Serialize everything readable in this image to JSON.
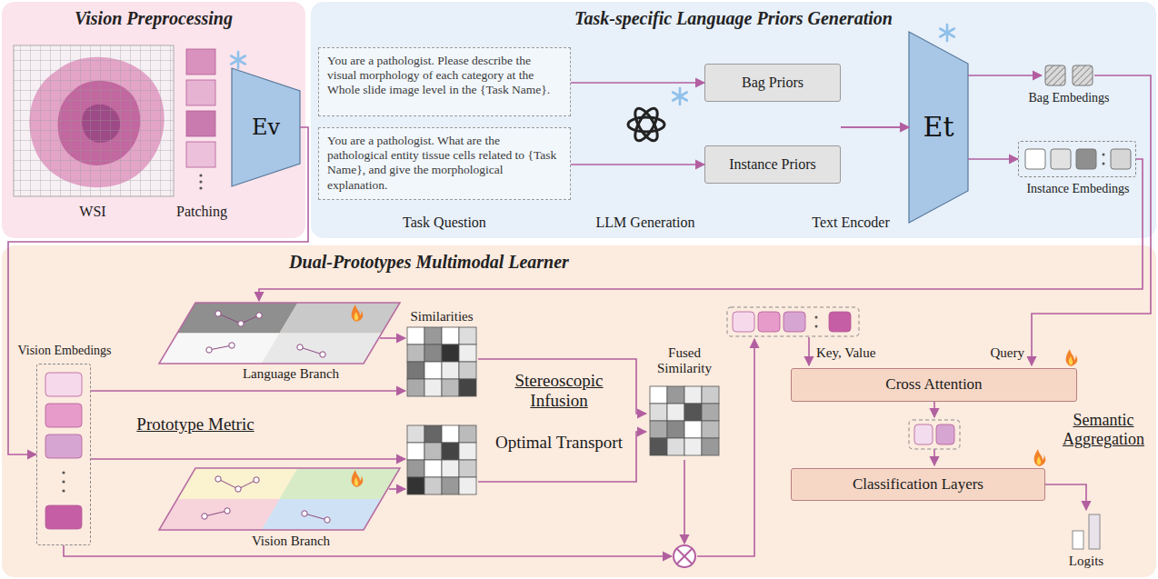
{
  "diagram": {
    "nodes": [
      {
        "text": [
          "Vision Preprocessing"
        ]
      },
      {
        "text": [
          "Ev"
        ],
        "in": 0
      },
      {
        "text": [
          "Task-specific Language Priors Generation"
        ]
      },
      {
        "text": [
          "You are a pathologist. Please describe the visual morphology of each category at the Whole slide image level in the {Task Name}."
        ],
        "in": 2
      },
      {
        "text": [
          "You are a pathologist. What are the pathological entity tissue cells related to {Task Name}, and give the morphological explanation."
        ],
        "in": 2
      },
      {
        "text": [
          "Bag Priors"
        ],
        "in": 2
      },
      {
        "text": [
          "Instance Priors"
        ],
        "in": 2
      },
      {
        "text": [
          "Et"
        ],
        "in": 2
      },
      {
        "text": [
          "Instance Embedings"
        ],
        "in": 2
      },
      {
        "text": [
          "Dual-Prototypes Multimodal Learner"
        ]
      },
      {
        "text": [
          "Vision Embedings"
        ],
        "in": 9
      },
      {
        "text": [
          "Cross Attention"
        ],
        "in": 9
      },
      {
        "text": [
          "Classification Layers"
        ],
        "in": 9
      }
    ],
    "edges": [
      {
        "from": 3,
        "to": 5,
        "arrow": "to"
      },
      {
        "from": 4,
        "to": 6,
        "arrow": "to"
      },
      {
        "from": 5,
        "to": 7,
        "arrow": "to"
      },
      {
        "from": 6,
        "to": 7,
        "arrow": "to"
      },
      {
        "from": 7,
        "to": 8,
        "arrow": "to"
      },
      {
        "from": 1,
        "to": 10,
        "arrow": "to"
      }
    ],
    "labels": [
      "WSI",
      "Patching",
      "Task Question",
      "LLM Generation",
      "Text Encoder",
      "Bag Embedings",
      "Similarities",
      "Language Branch",
      "Prototype Metric",
      "Vision Branch",
      "Stereoscopic Infusion",
      "Optimal Transport",
      "Fused Similarity",
      "Key, Value",
      "Query",
      "Semantic Aggregation",
      "Logits"
    ]
  }
}
